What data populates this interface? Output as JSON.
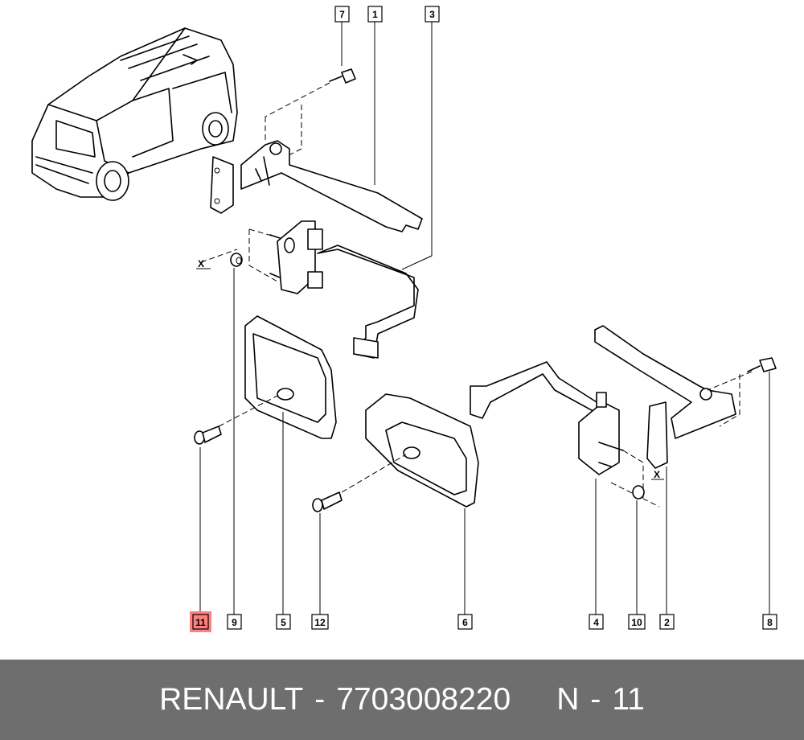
{
  "callouts": [
    {
      "id": "7",
      "label": "7"
    },
    {
      "id": "1",
      "label": "1"
    },
    {
      "id": "3",
      "label": "3"
    },
    {
      "id": "11",
      "label": "11",
      "highlighted": true
    },
    {
      "id": "9",
      "label": "9"
    },
    {
      "id": "5",
      "label": "5"
    },
    {
      "id": "12",
      "label": "12"
    },
    {
      "id": "6",
      "label": "6"
    },
    {
      "id": "4",
      "label": "4"
    },
    {
      "id": "10",
      "label": "10"
    },
    {
      "id": "2",
      "label": "2"
    },
    {
      "id": "8",
      "label": "8"
    }
  ],
  "axis_markers": [
    "X",
    "X"
  ],
  "colors": {
    "highlight": "#ff8080",
    "footer_bg": "#6e6e6e",
    "footer_text": "#ffffff"
  },
  "footer": {
    "brand": "RENAULT",
    "separator": "-",
    "part_number": "7703008220",
    "ref_prefix": "N",
    "ref_separator": "-",
    "ref_number": "11"
  }
}
